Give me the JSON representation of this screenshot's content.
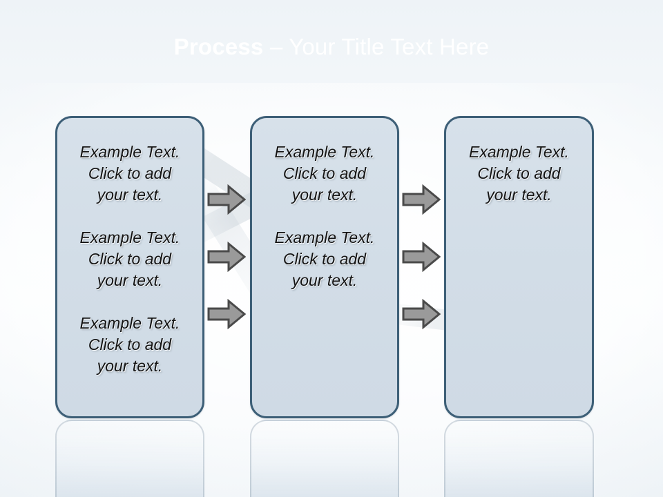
{
  "slide": {
    "title_bold": "Process",
    "title_rest": " – Your Title Text Here",
    "colors": {
      "header_top": "#36526a",
      "header_bottom": "#f7fafc",
      "box_fill": "#d3dee8",
      "box_border": "#3d5f77",
      "arrow_fill": "#9a9a9a",
      "arrow_outline": "#4a4a4a",
      "text": "#141414",
      "background": "#f4f8fa"
    }
  },
  "boxes": [
    {
      "name": "process-box-1",
      "blocks": [
        "Example Text.\nClick  to add\nyour text.",
        "Example Text.\nClick  to add\nyour text.",
        "Example Text.\nClick  to add\nyour text."
      ]
    },
    {
      "name": "process-box-2",
      "blocks": [
        "Example Text.\nClick  to add\nyour text.",
        "Example Text.\nClick  to add\nyour text."
      ]
    },
    {
      "name": "process-box-3",
      "blocks": [
        "Example Text.\nClick  to add\nyour text."
      ]
    }
  ],
  "arrows": {
    "icon": "right-block-arrow-icon",
    "left_group_count": 3,
    "right_group_count": 3
  }
}
